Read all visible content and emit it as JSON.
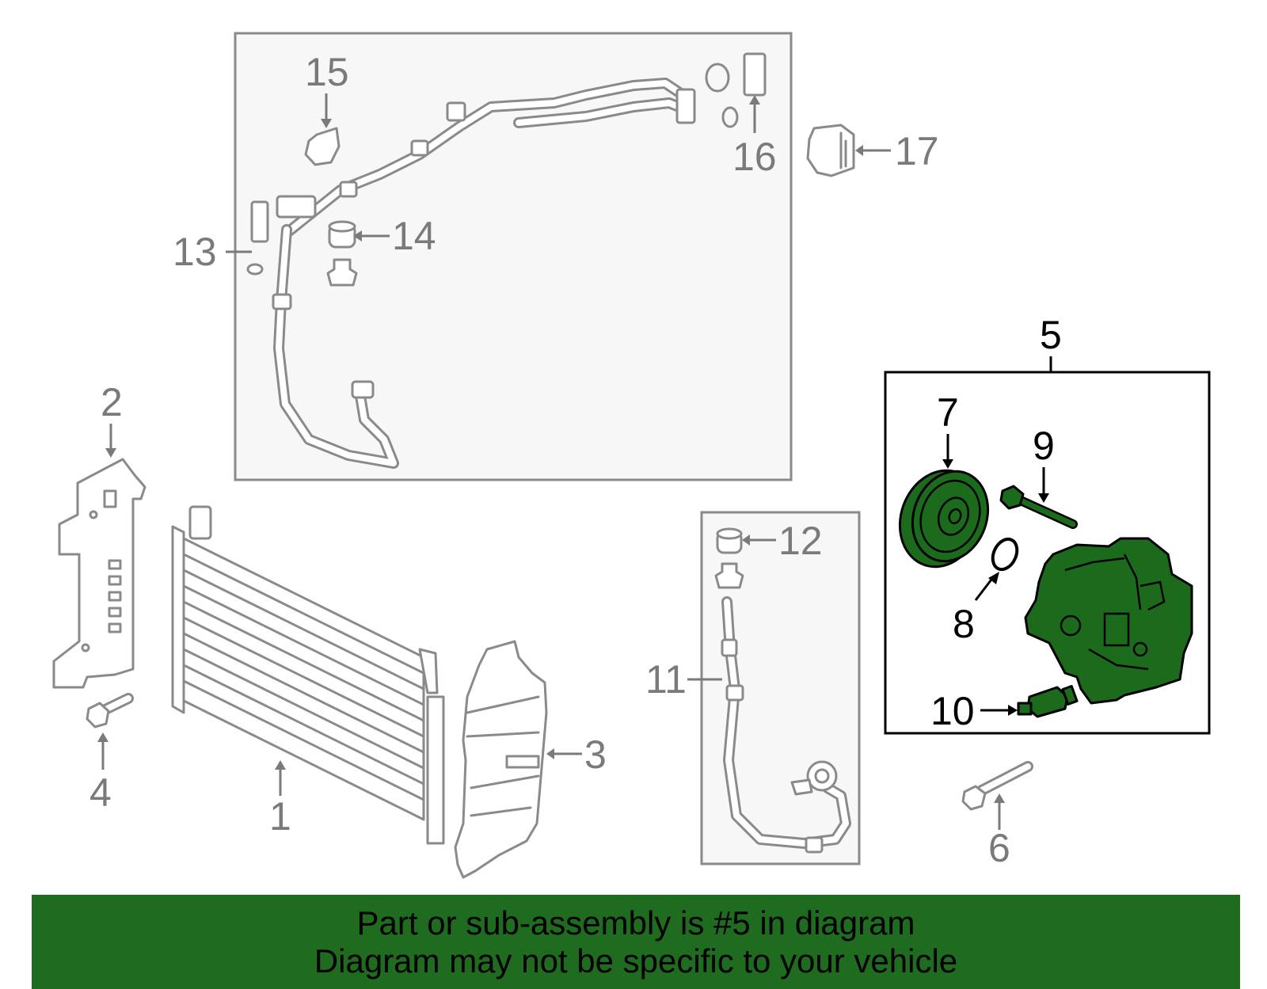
{
  "callouts": {
    "c1": "1",
    "c2": "2",
    "c3": "3",
    "c4": "4",
    "c5": "5",
    "c6": "6",
    "c7": "7",
    "c8": "8",
    "c9": "9",
    "c10": "10",
    "c11": "11",
    "c12": "12",
    "c13": "13",
    "c14": "14",
    "c15": "15",
    "c16": "16",
    "c17": "17"
  },
  "banner": {
    "line1": "Part or sub-assembly is #5 in diagram",
    "line2": "Diagram may not be specific to your vehicle"
  },
  "colors": {
    "highlight": "#1c6b1c",
    "banner_bg": "#1f6b1f",
    "part_outline": "#8a8a8a"
  }
}
